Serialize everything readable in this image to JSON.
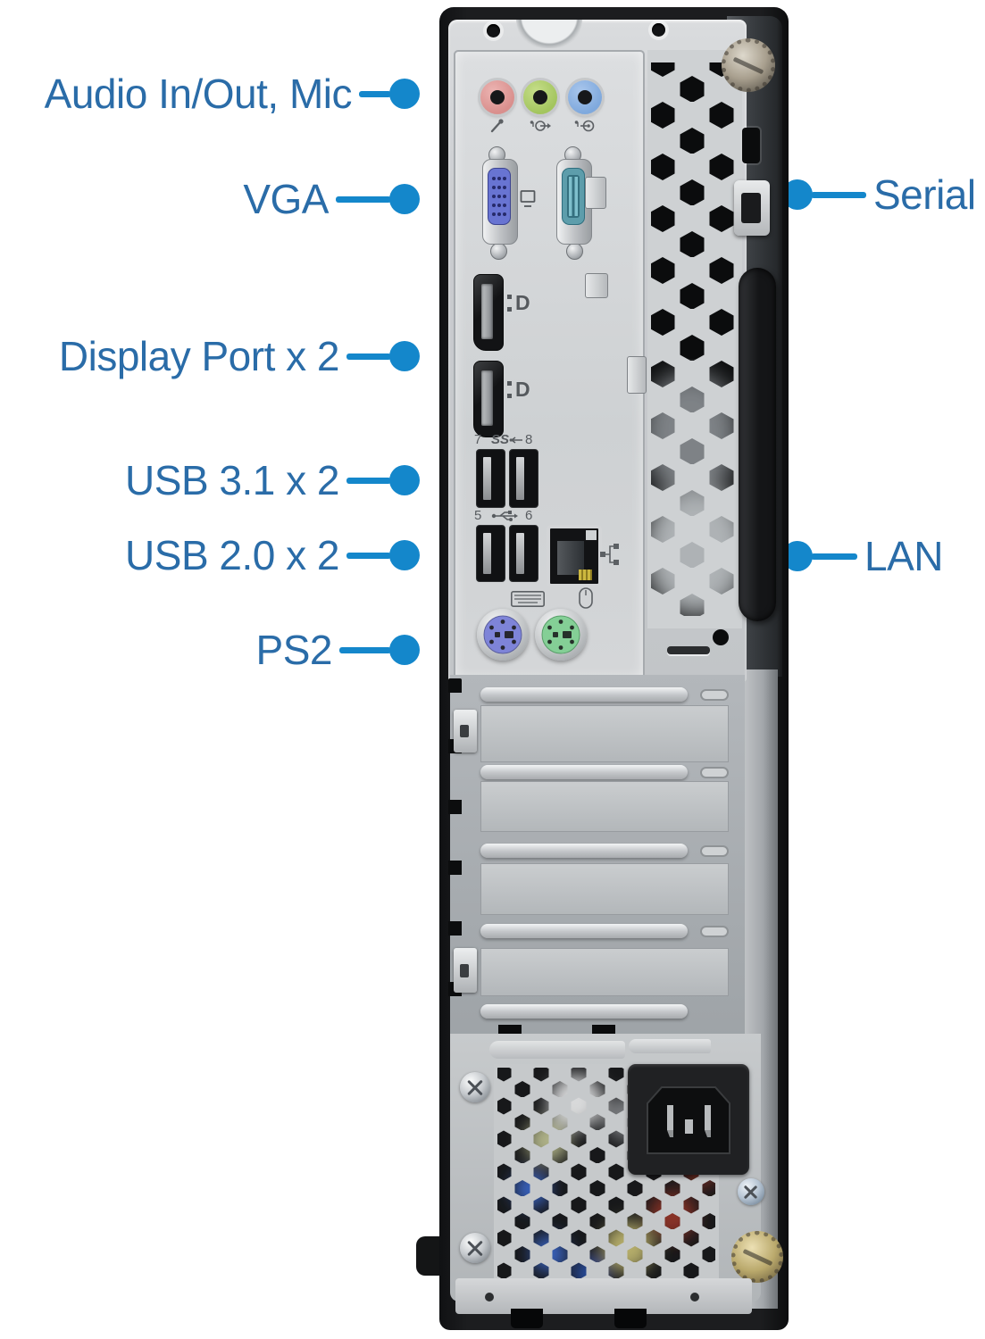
{
  "image_type": "Annotated rear-panel port diagram of a small-form-factor desktop PC",
  "colors": {
    "callout_line": "#1487cb",
    "callout_text": "#2a6ca8",
    "audio_mic_pink": "#d98f8d",
    "audio_lineout_green": "#a3c55e",
    "audio_linein_blue": "#7fa9dd",
    "vga_blue": "#6874d2",
    "serial_teal": "#5d9dab",
    "ps2_keyboard_purple": "#7e84d8",
    "ps2_mouse_green": "#84cf96",
    "lan_contact_gold": "#cdb83f",
    "case_black": "#17181a",
    "panel_silver": "#ced1d3"
  },
  "labels": {
    "audio": {
      "text": "Audio In/Out, Mic",
      "side": "left"
    },
    "vga": {
      "text": "VGA",
      "side": "left"
    },
    "displayport": {
      "text": "Display Port x 2",
      "side": "left"
    },
    "usb31": {
      "text": "USB 3.1 x 2",
      "side": "left"
    },
    "usb20": {
      "text": "USB 2.0 x 2",
      "side": "left"
    },
    "ps2": {
      "text": "PS2",
      "side": "left"
    },
    "serial": {
      "text": "Serial",
      "side": "right"
    },
    "lan": {
      "text": "LAN",
      "side": "right"
    }
  },
  "port_markings": {
    "usb3_left": "7",
    "usb3_right": "8",
    "usb3_speed": "SS",
    "usb2_left": "5",
    "usb2_right": "6",
    "dp_logo_upper": "D",
    "dp_logo_lower": "D"
  },
  "icons": [
    "mic-icon",
    "line-out-icon",
    "line-in-icon",
    "monitor-icon",
    "serial-port-icon",
    "displayport-logo",
    "usb-superspeed-icon",
    "usb-trident-icon",
    "network-icon",
    "keyboard-icon",
    "mouse-icon"
  ]
}
